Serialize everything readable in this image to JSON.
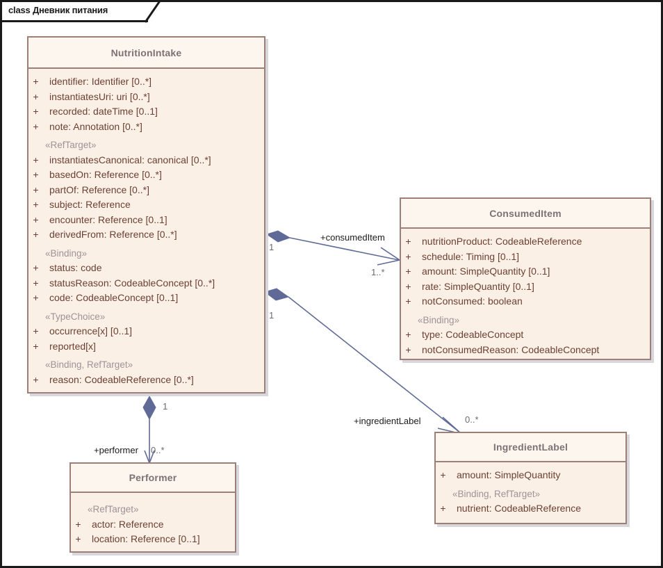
{
  "diagram": {
    "frame_label": "class Дневник питания",
    "background": "#ffffff",
    "frame_border_color": "#1a1a1a",
    "class_fill": "#fbf0e5",
    "class_header_fill": "#fdf6ee",
    "class_border_color": "#9c7f76",
    "header_text_color": "#7c7275",
    "attribute_text_color": "#6b3f33",
    "stereotype_text_color": "#9d9398",
    "connector_color": "#5f6b96"
  },
  "classes": {
    "nutrition_intake": {
      "name": "NutritionIntake",
      "groups": [
        {
          "stereotype": null,
          "attributes": [
            {
              "visibility": "+",
              "text": "identifier: Identifier [0..*]"
            },
            {
              "visibility": "+",
              "text": "instantiatesUri: uri [0..*]"
            },
            {
              "visibility": "+",
              "text": "recorded: dateTime [0..1]"
            },
            {
              "visibility": "+",
              "text": "note: Annotation [0..*]"
            }
          ]
        },
        {
          "stereotype": "«RefTarget»",
          "attributes": [
            {
              "visibility": "+",
              "text": "instantiatesCanonical: canonical [0..*]"
            },
            {
              "visibility": "+",
              "text": "basedOn: Reference [0..*]"
            },
            {
              "visibility": "+",
              "text": "partOf: Reference [0..*]"
            },
            {
              "visibility": "+",
              "text": "subject: Reference"
            },
            {
              "visibility": "+",
              "text": "encounter: Reference [0..1]"
            },
            {
              "visibility": "+",
              "text": "derivedFrom: Reference [0..*]"
            }
          ]
        },
        {
          "stereotype": "«Binding»",
          "attributes": [
            {
              "visibility": "+",
              "text": "status: code"
            },
            {
              "visibility": "+",
              "text": "statusReason: CodeableConcept [0..*]"
            },
            {
              "visibility": "+",
              "text": "code: CodeableConcept [0..1]"
            }
          ]
        },
        {
          "stereotype": "«TypeChoice»",
          "attributes": [
            {
              "visibility": "+",
              "text": "occurrence[x] [0..1]"
            },
            {
              "visibility": "+",
              "text": "reported[x]"
            }
          ]
        },
        {
          "stereotype": "«Binding, RefTarget»",
          "attributes": [
            {
              "visibility": "+",
              "text": "reason: CodeableReference [0..*]"
            }
          ]
        }
      ]
    },
    "consumed_item": {
      "name": "ConsumedItem",
      "groups": [
        {
          "stereotype": null,
          "attributes": [
            {
              "visibility": "+",
              "text": "nutritionProduct: CodeableReference"
            },
            {
              "visibility": "+",
              "text": "schedule: Timing [0..1]"
            },
            {
              "visibility": "+",
              "text": "amount: SimpleQuantity [0..1]"
            },
            {
              "visibility": "+",
              "text": "rate: SimpleQuantity [0..1]"
            },
            {
              "visibility": "+",
              "text": "notConsumed: boolean"
            }
          ]
        },
        {
          "stereotype": "«Binding»",
          "attributes": [
            {
              "visibility": "+",
              "text": "type: CodeableConcept"
            },
            {
              "visibility": "+",
              "text": "notConsumedReason: CodeableConcept"
            }
          ]
        }
      ]
    },
    "ingredient_label": {
      "name": "IngredientLabel",
      "groups": [
        {
          "stereotype": null,
          "attributes": [
            {
              "visibility": "+",
              "text": "amount: SimpleQuantity"
            }
          ]
        },
        {
          "stereotype": "«Binding, RefTarget»",
          "attributes": [
            {
              "visibility": "+",
              "text": "nutrient: CodeableReference"
            }
          ]
        }
      ]
    },
    "performer": {
      "name": "Performer",
      "groups": [
        {
          "stereotype": "«RefTarget»",
          "attributes": [
            {
              "visibility": "+",
              "text": "actor: Reference"
            },
            {
              "visibility": "+",
              "text": "location: Reference [0..1]"
            }
          ]
        }
      ]
    }
  },
  "associations": {
    "consumed_item": {
      "role": "+consumedItem",
      "source_multiplicity": "1",
      "target_multiplicity": "1..*"
    },
    "ingredient_label": {
      "role": "+ingredientLabel",
      "source_multiplicity": "1",
      "target_multiplicity": "0..*"
    },
    "performer": {
      "role": "+performer",
      "source_multiplicity": "1",
      "target_multiplicity": "0..*"
    }
  }
}
